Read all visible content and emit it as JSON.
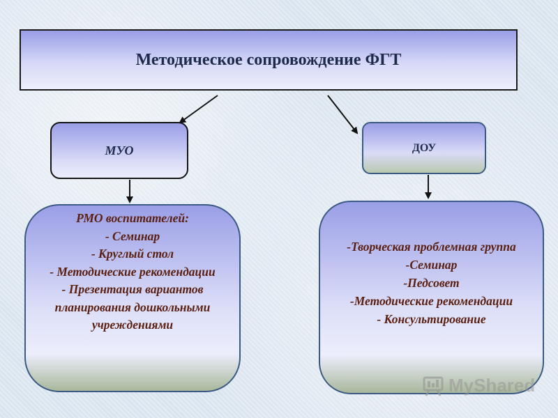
{
  "title": "Методическое сопровождение  ФГТ",
  "left_node": {
    "label": "МУО",
    "list": [
      "РМО воспитателей:",
      "-   Семинар",
      "-   Круглый стол",
      "-    Методические рекомендации",
      "- Презентация  вариантов планирования дошкольными учреждениями"
    ]
  },
  "right_node": {
    "label": "ДОУ",
    "list": [
      "-Творческая проблемная группа",
      "-Семинар",
      "-Педсовет",
      "-Методические рекомендации",
      "- Консультирование"
    ]
  },
  "watermark": {
    "text": "MyShared",
    "icon": "presentation-board-icon"
  },
  "colors": {
    "title_text": "#1e2a4a",
    "list_text": "#5a1f10",
    "box_top": "#9a9ee6",
    "box_bottom": "#eceefc"
  }
}
